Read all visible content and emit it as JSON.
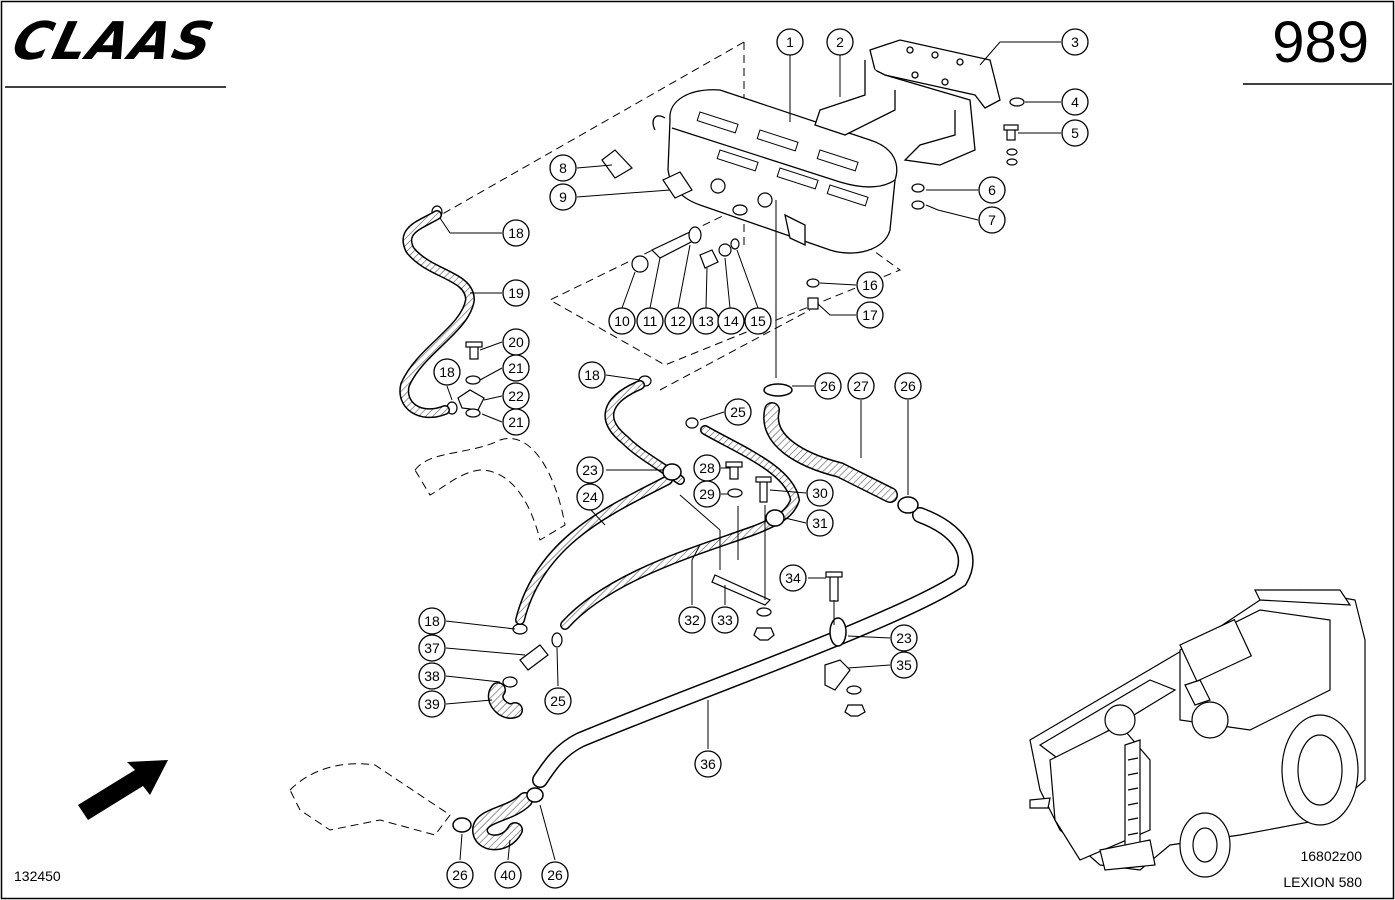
{
  "header": {
    "brand": "CLAAS",
    "page_number": "989"
  },
  "footer": {
    "left_code": "132450",
    "right_code": "16802z00",
    "model": "LEXION 580"
  },
  "callouts": {
    "c1": "1",
    "c2": "2",
    "c3": "3",
    "c4": "4",
    "c5": "5",
    "c6": "6",
    "c7": "7",
    "c8": "8",
    "c9": "9",
    "c10": "10",
    "c11": "11",
    "c12": "12",
    "c13": "13",
    "c14": "14",
    "c15": "15",
    "c16": "16",
    "c17": "17",
    "c18a": "18",
    "c19": "19",
    "c20": "20",
    "c21a": "21",
    "c18b": "18",
    "c22": "22",
    "c21b": "21",
    "c18c": "18",
    "c25a": "25",
    "c26a": "26",
    "c27": "27",
    "c26b": "26",
    "c23a": "23",
    "c28": "28",
    "c24": "24",
    "c29": "29",
    "c30": "30",
    "c31": "31",
    "c34": "34",
    "c18d": "18",
    "c32": "32",
    "c33": "33",
    "c23b": "23",
    "c37": "37",
    "c35": "35",
    "c38": "38",
    "c25b": "25",
    "c39": "39",
    "c36": "36",
    "c26c": "26",
    "c40": "40",
    "c26d": "26"
  }
}
